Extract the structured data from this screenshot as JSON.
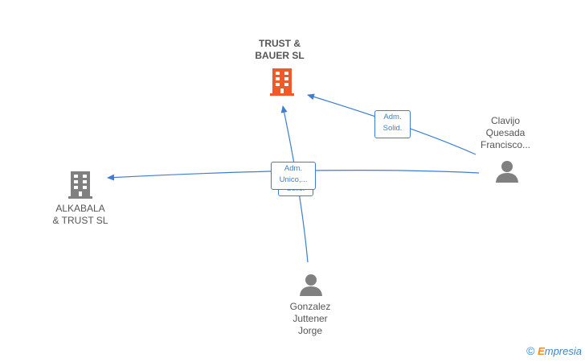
{
  "nodes": {
    "trust_bauer": {
      "label": "TRUST &\nBAUER  SL",
      "icon": "building-icon",
      "color": "#f05a28"
    },
    "alkabala": {
      "label": "ALKABALA\n& TRUST  SL",
      "icon": "building-icon",
      "color": "#808080"
    },
    "clavijo": {
      "label": "Clavijo\nQuesada\nFrancisco...",
      "icon": "person-icon",
      "color": "#808080"
    },
    "gonzalez": {
      "label": "Gonzalez\nJuttener\nJorge",
      "icon": "person-icon",
      "color": "#808080"
    }
  },
  "edges": {
    "clavijo_to_trust": "Adm.\nSolid.",
    "center_back": "Solid.",
    "center_front": "Adm.\nUnico,..."
  },
  "colors": {
    "edge": "#3b7fd4"
  },
  "watermark": {
    "copyright": "©",
    "brand_initial": "E",
    "brand_rest": "mpresia"
  }
}
